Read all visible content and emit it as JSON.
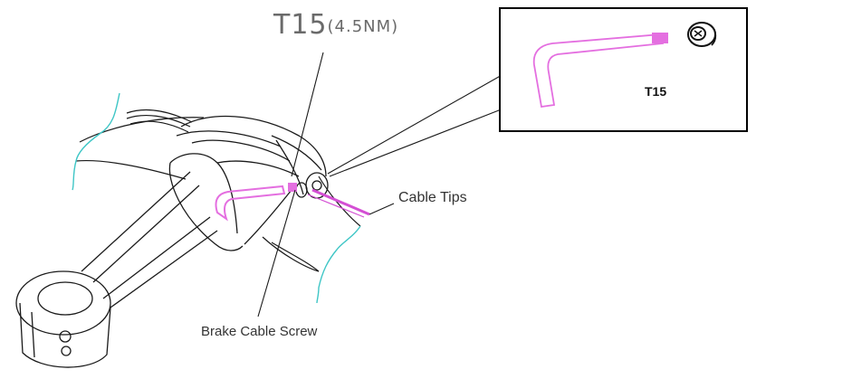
{
  "callout": {
    "tool": "T15",
    "torque": "(4.5NM)"
  },
  "labels": {
    "cable_tips": "Cable Tips",
    "brake_cable_screw": "Brake Cable Screw"
  },
  "inset": {
    "tool_label": "T15"
  },
  "colors": {
    "tool_highlight": "#e46fe0",
    "cable_highlight": "#d44fd4",
    "cut_lines": "#3fc6c6",
    "linework": "#1a1a1a"
  },
  "icons": [
    "hex-key-icon",
    "torx-bolt-icon"
  ]
}
